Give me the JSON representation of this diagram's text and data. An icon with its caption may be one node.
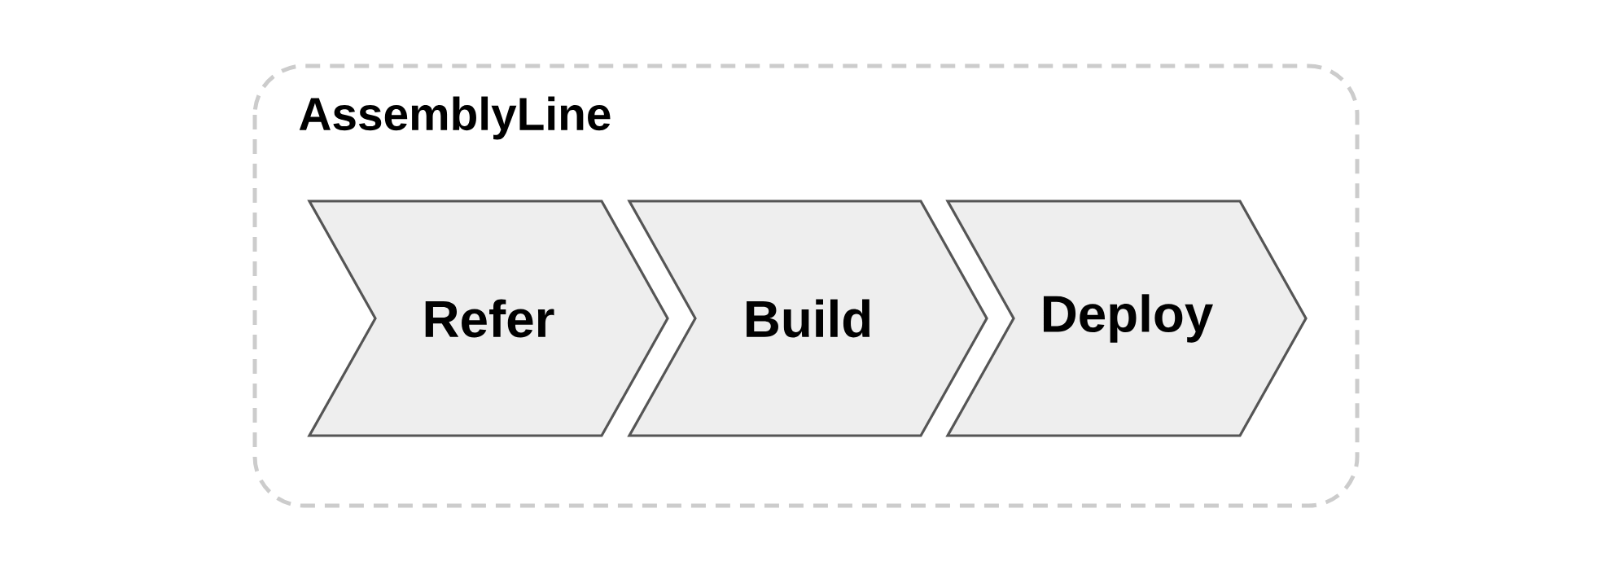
{
  "diagram": {
    "nodes": [
      {
        "text": [
          "AssemblyLine"
        ]
      },
      {
        "text": [
          "Refer"
        ],
        "in": 0
      },
      {
        "text": [
          "Build"
        ],
        "in": 0
      },
      {
        "text": [
          "Deploy"
        ],
        "in": 0
      }
    ]
  }
}
